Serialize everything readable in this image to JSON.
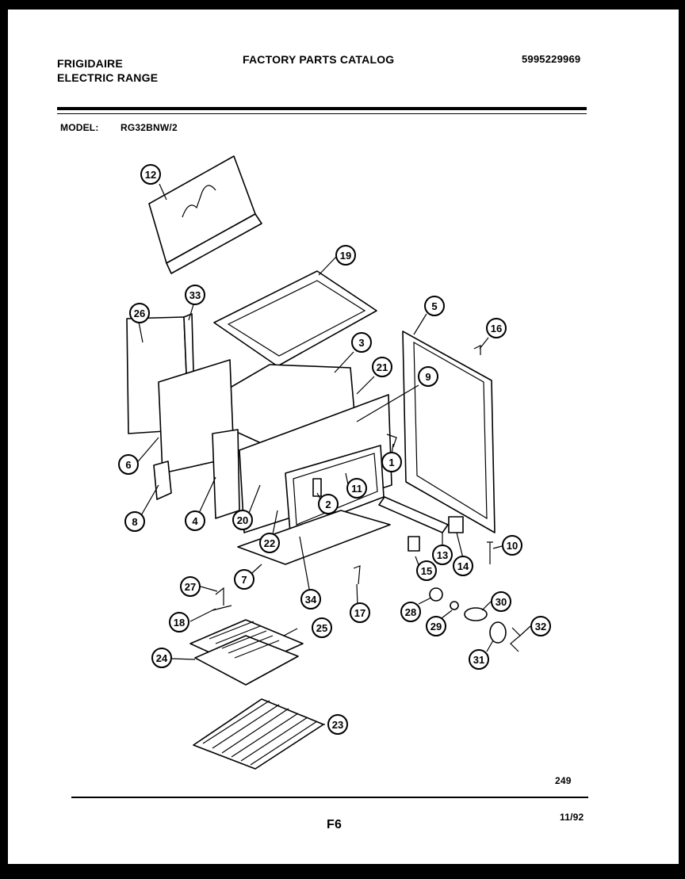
{
  "header": {
    "brand": "FRIGIDAIRE",
    "product": "ELECTRIC RANGE",
    "catalog_title": "FACTORY PARTS CATALOG",
    "catalog_number": "5995229969",
    "model_label": "MODEL:",
    "model_value": "RG32BNW/2"
  },
  "footer": {
    "diagram_code": "249",
    "page_label": "F6",
    "date": "11/92"
  },
  "callouts": [
    "1",
    "2",
    "3",
    "4",
    "5",
    "6",
    "7",
    "8",
    "9",
    "10",
    "11",
    "12",
    "13",
    "14",
    "15",
    "16",
    "17",
    "18",
    "19",
    "20",
    "21",
    "22",
    "23",
    "24",
    "25",
    "26",
    "27",
    "28",
    "29",
    "30",
    "31",
    "32",
    "33",
    "34"
  ]
}
